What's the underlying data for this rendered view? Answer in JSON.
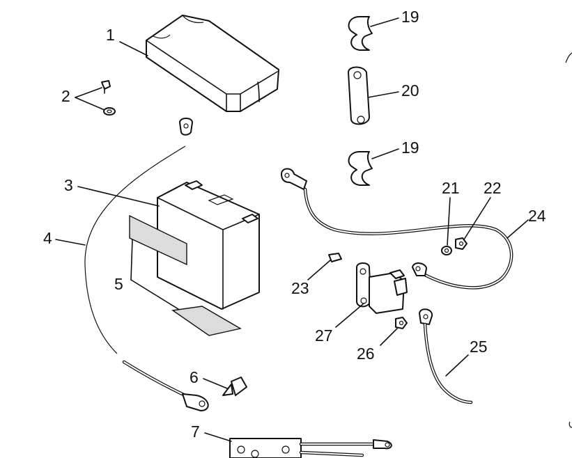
{
  "callouts": {
    "c1": "1",
    "c2": "2",
    "c3": "3",
    "c4": "4",
    "c5": "5",
    "c6": "6",
    "c7": "7",
    "c19a": "19",
    "c19b": "19",
    "c20": "20",
    "c21": "21",
    "c22": "22",
    "c23": "23",
    "c24": "24",
    "c25": "25",
    "c26": "26",
    "c27": "27"
  }
}
